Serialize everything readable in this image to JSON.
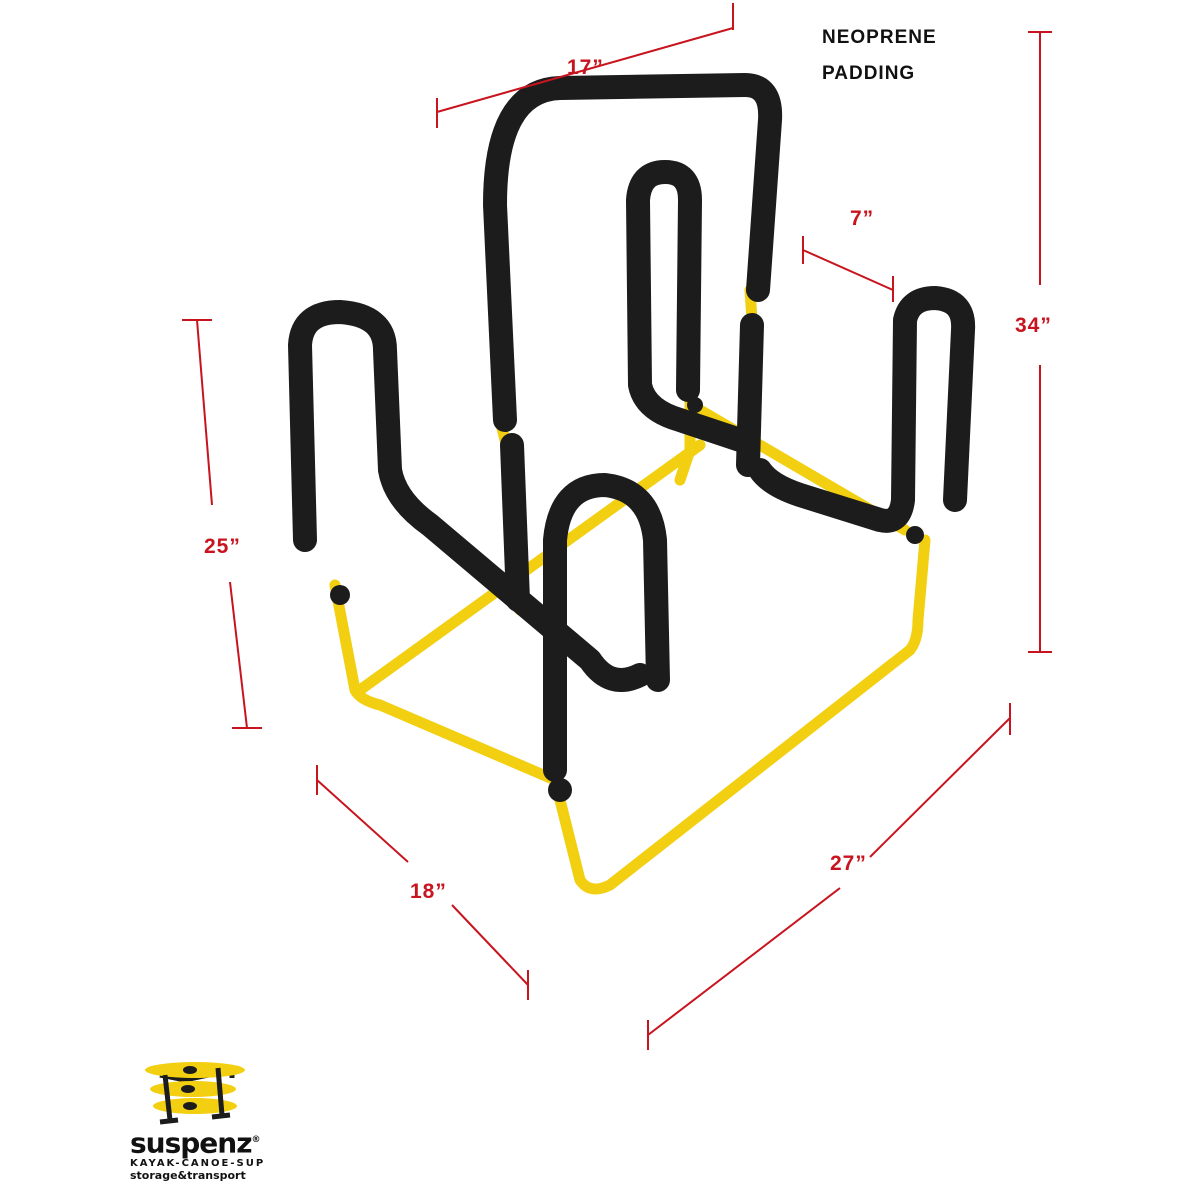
{
  "product": {
    "dimensions": {
      "top_width": "17”",
      "upright_spacing": "7”",
      "total_height": "34”",
      "arm_height": "25”",
      "depth": "18”",
      "length": "27”"
    },
    "note_line1": "NEOPRENE",
    "note_line2": "PADDING"
  },
  "logo": {
    "name": "suspenz",
    "registered": "®",
    "tagline": "KAYAK-CANOE-SUP",
    "subtagline": "storage&transport"
  },
  "colors": {
    "dimension": "#c8141e",
    "frame": "#f2cf10",
    "padding": "#1c1c1c"
  }
}
